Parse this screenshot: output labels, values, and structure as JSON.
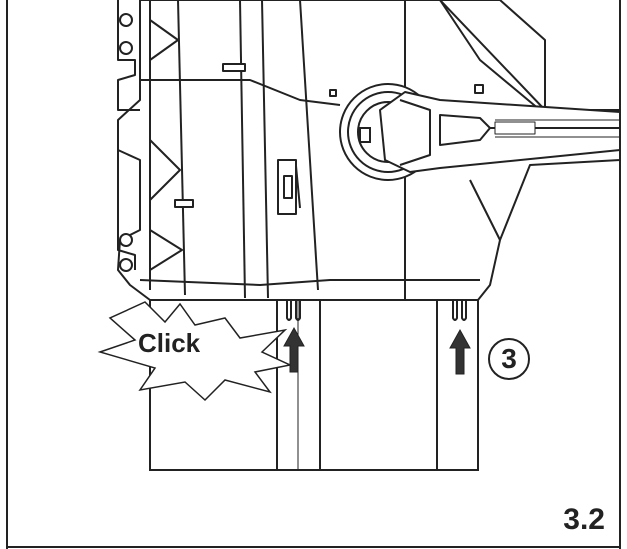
{
  "figure": {
    "click_label": "Click",
    "step_number": "3",
    "figure_number": "3.2"
  }
}
